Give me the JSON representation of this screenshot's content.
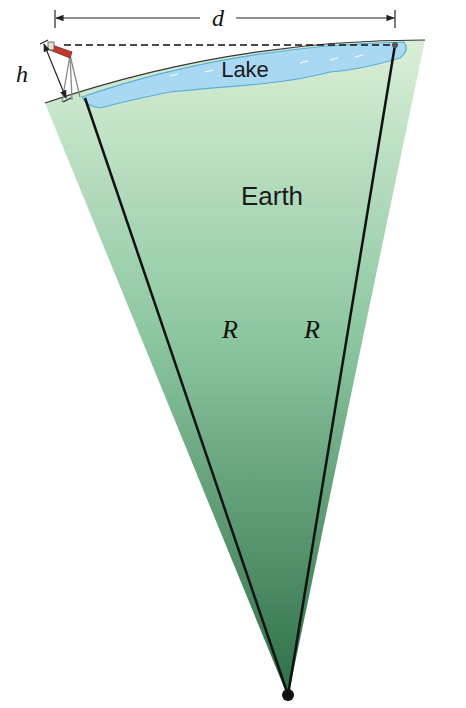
{
  "diagram": {
    "nodes": [
      {
        "text": [
          "Lake"
        ]
      },
      {
        "text": [
          "Earth"
        ]
      }
    ],
    "labels": [
      "d",
      "h",
      "R",
      "R"
    ]
  }
}
